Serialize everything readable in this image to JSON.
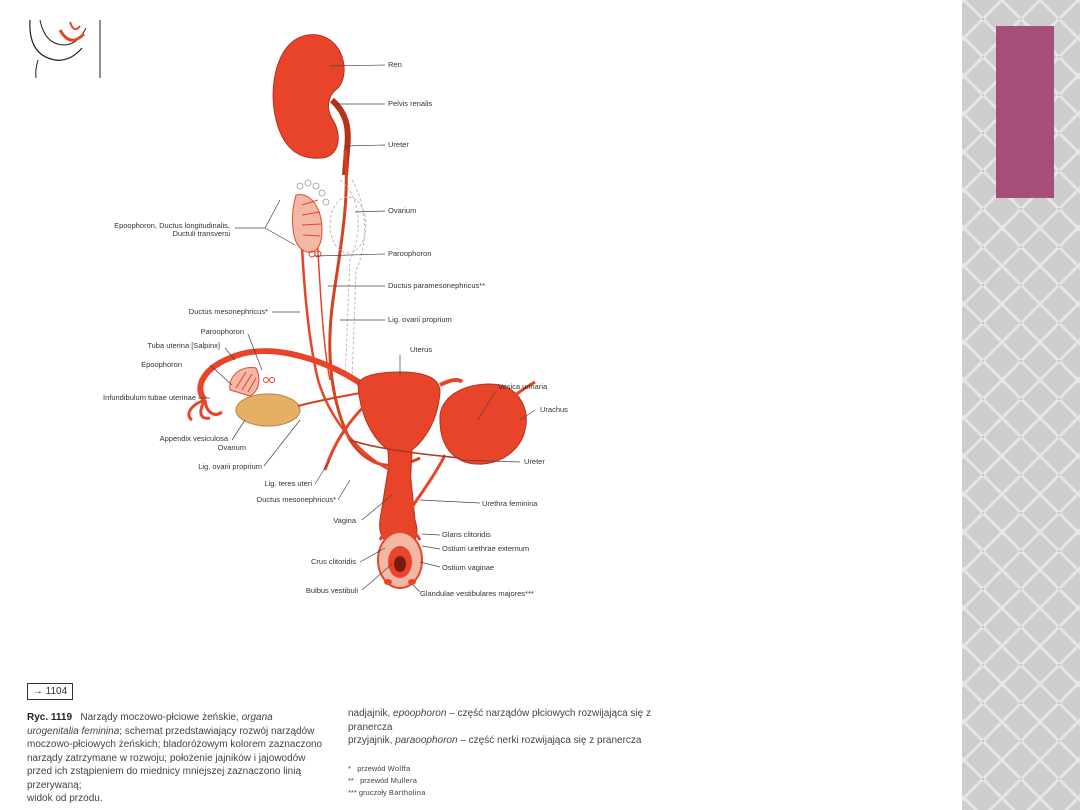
{
  "theme": {
    "accent": "#a64d79",
    "organ": "#e8442a",
    "organ_dark": "#b83218",
    "ovary": "#e5b064",
    "side": "#cfcfcf"
  },
  "figure": {
    "ref": "→ 1104",
    "caption_num": "Ryc. 1119",
    "caption_a": "Narządy moczowo-płciowe żeńskie,",
    "caption_a_it": "organa urogenitalia feminina",
    "caption_b": "; schemat przedstawiający rozwój narządów moczowo-płciowych żeńskich; bladoróżowym kolorem zaznaczono narządy zatrzymane w rozwoju; położenie jajników i jajowodów przed ich zstąpieniem do miednicy mniejszej zaznaczono linią przerywaną;",
    "caption_c": "widok od przodu.",
    "note1_a": "nadjajnik,",
    "note1_it": "epoophoron",
    "note1_b": "– część narządów płciowych rozwijająca się z pranercza",
    "note2_a": "przyjajnik,",
    "note2_it": "paraoophoron",
    "note2_b": "– część nerki rozwijająca się z pranercza",
    "fn1_mark": "*",
    "fn1_a": "przewód",
    "fn1_b": "Wolffa",
    "fn2_mark": "**",
    "fn2_a": "przewód",
    "fn2_b": "Mullera",
    "fn3_mark": "***",
    "fn3_a": "gruczoły",
    "fn3_b": "Bartholina"
  },
  "labels": {
    "ren": "Ren",
    "pelvis_renalis": "Pelvis renalis",
    "ureter": "Ureter",
    "ovarium": "Ovarium",
    "epoophoron_ductus_1": "Epoophoron, Ductus longitudinalis,",
    "epoophoron_ductus_2": "Ductuli transversi",
    "paroophoron": "Paroophoron",
    "ductus_paramesonephricus": "Ductus paramesonephricus**",
    "ductus_mesonephricus": "Ductus mesonephricus*",
    "lig_ovarii_proprium": "Lig. ovarii proprium",
    "paroophoron_2": "Paroophoron",
    "uterus": "Uterus",
    "tuba_uterina": "Tuba uterina [Salpinx]",
    "epoophoron": "Epoophoron",
    "vesica_urinaria": "Vesica urinaria",
    "urachus": "Urachus",
    "infundibulum": "Infundibulum tubae uterinae",
    "appendix_vesiculosa": "Appendix vesiculosa",
    "ovarium_2": "Ovarium",
    "ureter_2": "Ureter",
    "lig_ovarii_proprium_2": "Lig. ovarii proprium",
    "lig_teres_uteri": "Lig. teres uteri",
    "ductus_mesonephricus_2": "Ductus mesonephricus*",
    "urethra_feminina": "Urethra feminina",
    "vagina": "Vagina",
    "glans_clitoridis": "Glans clitoridis",
    "ostium_urethrae": "Ostium urethrae externum",
    "crus_clitoridis": "Crus clitoridis",
    "ostium_vaginae": "Ostium vaginae",
    "bulbus_vestibuli": "Bulbus vestibuli",
    "glandulae": "Glandulae vestibulares majores***"
  }
}
